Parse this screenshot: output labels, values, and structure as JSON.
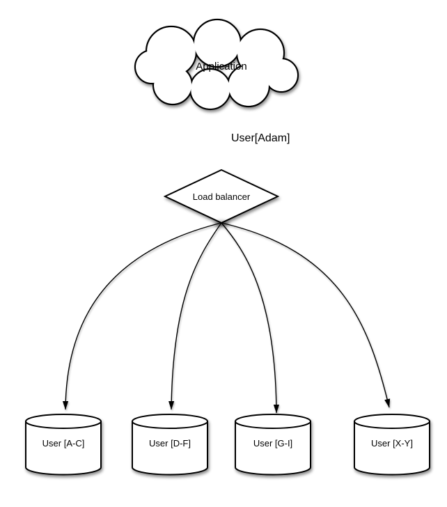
{
  "diagram": {
    "colors": {
      "background": "#ffffff",
      "shape_fill": "#ffffff",
      "stroke": "#000000",
      "text": "#000000"
    },
    "nodes": {
      "application": {
        "shape": "cloud",
        "label": "Application"
      },
      "load_balancer": {
        "shape": "diamond",
        "label": "Load balancer"
      },
      "shard_ac": {
        "shape": "cylinder",
        "label": "User [A-C]"
      },
      "shard_df": {
        "shape": "cylinder",
        "label": "User [D-F]"
      },
      "shard_gi": {
        "shape": "cylinder",
        "label": "User [G-I]"
      },
      "shard_xy": {
        "shape": "cylinder",
        "label": "User [X-Y]"
      }
    },
    "edges": [
      {
        "from": "application",
        "to": "load_balancer",
        "label": "User[Adam]",
        "style": "straight-arrow"
      },
      {
        "from": "load_balancer",
        "to": "shard_ac",
        "style": "curved-arrow"
      },
      {
        "from": "load_balancer",
        "to": "shard_df",
        "style": "curved-arrow"
      },
      {
        "from": "load_balancer",
        "to": "shard_gi",
        "style": "curved-arrow"
      },
      {
        "from": "load_balancer",
        "to": "shard_xy",
        "style": "curved-arrow"
      }
    ]
  }
}
